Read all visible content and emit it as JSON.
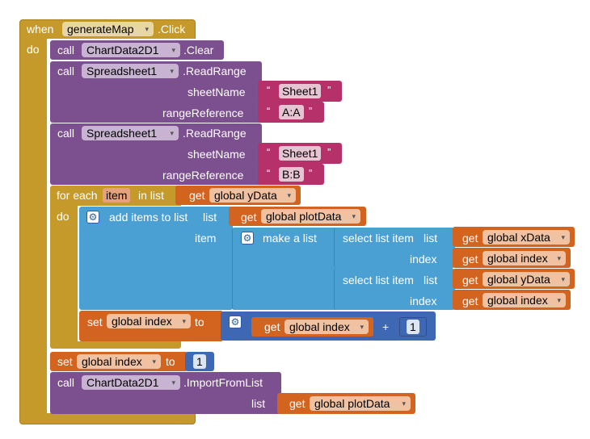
{
  "event": {
    "when": "when",
    "component": "generateMap",
    "event_name": ".Click",
    "do": "do"
  },
  "blocks": {
    "call": "call",
    "clear": {
      "component": "ChartData2D1",
      "method": ".Clear"
    },
    "readrange1": {
      "component": "Spreadsheet1",
      "method": ".ReadRange",
      "sheetName_label": "sheetName",
      "sheetName_value": "Sheet1",
      "rangeReference_label": "rangeReference",
      "rangeReference_value": "A:A"
    },
    "readrange2": {
      "component": "Spreadsheet1",
      "method": ".ReadRange",
      "sheetName_label": "sheetName",
      "sheetName_value": "Sheet1",
      "rangeReference_label": "rangeReference",
      "rangeReference_value": "B:B"
    },
    "foreach": {
      "for_each": "for each",
      "var": "item",
      "in_list": "in list",
      "do": "do",
      "get": "get",
      "list_var": "global yData"
    },
    "additems": {
      "label": "add items to list",
      "list_label": "list",
      "get": "get",
      "list_var": "global plotData",
      "item_label": "item"
    },
    "makelist": {
      "label": "make a list"
    },
    "select1": {
      "label": "select list item",
      "list_label": "list",
      "get": "get",
      "list_var": "global xData",
      "index_label": "index",
      "index_var": "global index"
    },
    "select2": {
      "label": "select list item",
      "list_label": "list",
      "get": "get",
      "list_var": "global yData",
      "index_label": "index",
      "index_var": "global index"
    },
    "setinc": {
      "set": "set",
      "var": "global index",
      "to": "to",
      "get": "get",
      "get_var": "global index",
      "op": "+",
      "num": "1"
    },
    "setinit": {
      "set": "set",
      "var": "global index",
      "to": "to",
      "num": "1"
    },
    "import": {
      "component": "ChartData2D1",
      "method": ".ImportFromList",
      "list_label": "list",
      "get": "get",
      "list_var": "global plotData"
    }
  },
  "icons": {
    "dropdown": "▾",
    "gear": "⚙",
    "quote_open": "“",
    "quote_close": "”"
  },
  "colors": {
    "event": "#c69a2a",
    "component": "#7c4f8e",
    "text": "#b6316a",
    "variable": "#d2641f",
    "list": "#4aa0d2",
    "math": "#3f68b4"
  }
}
